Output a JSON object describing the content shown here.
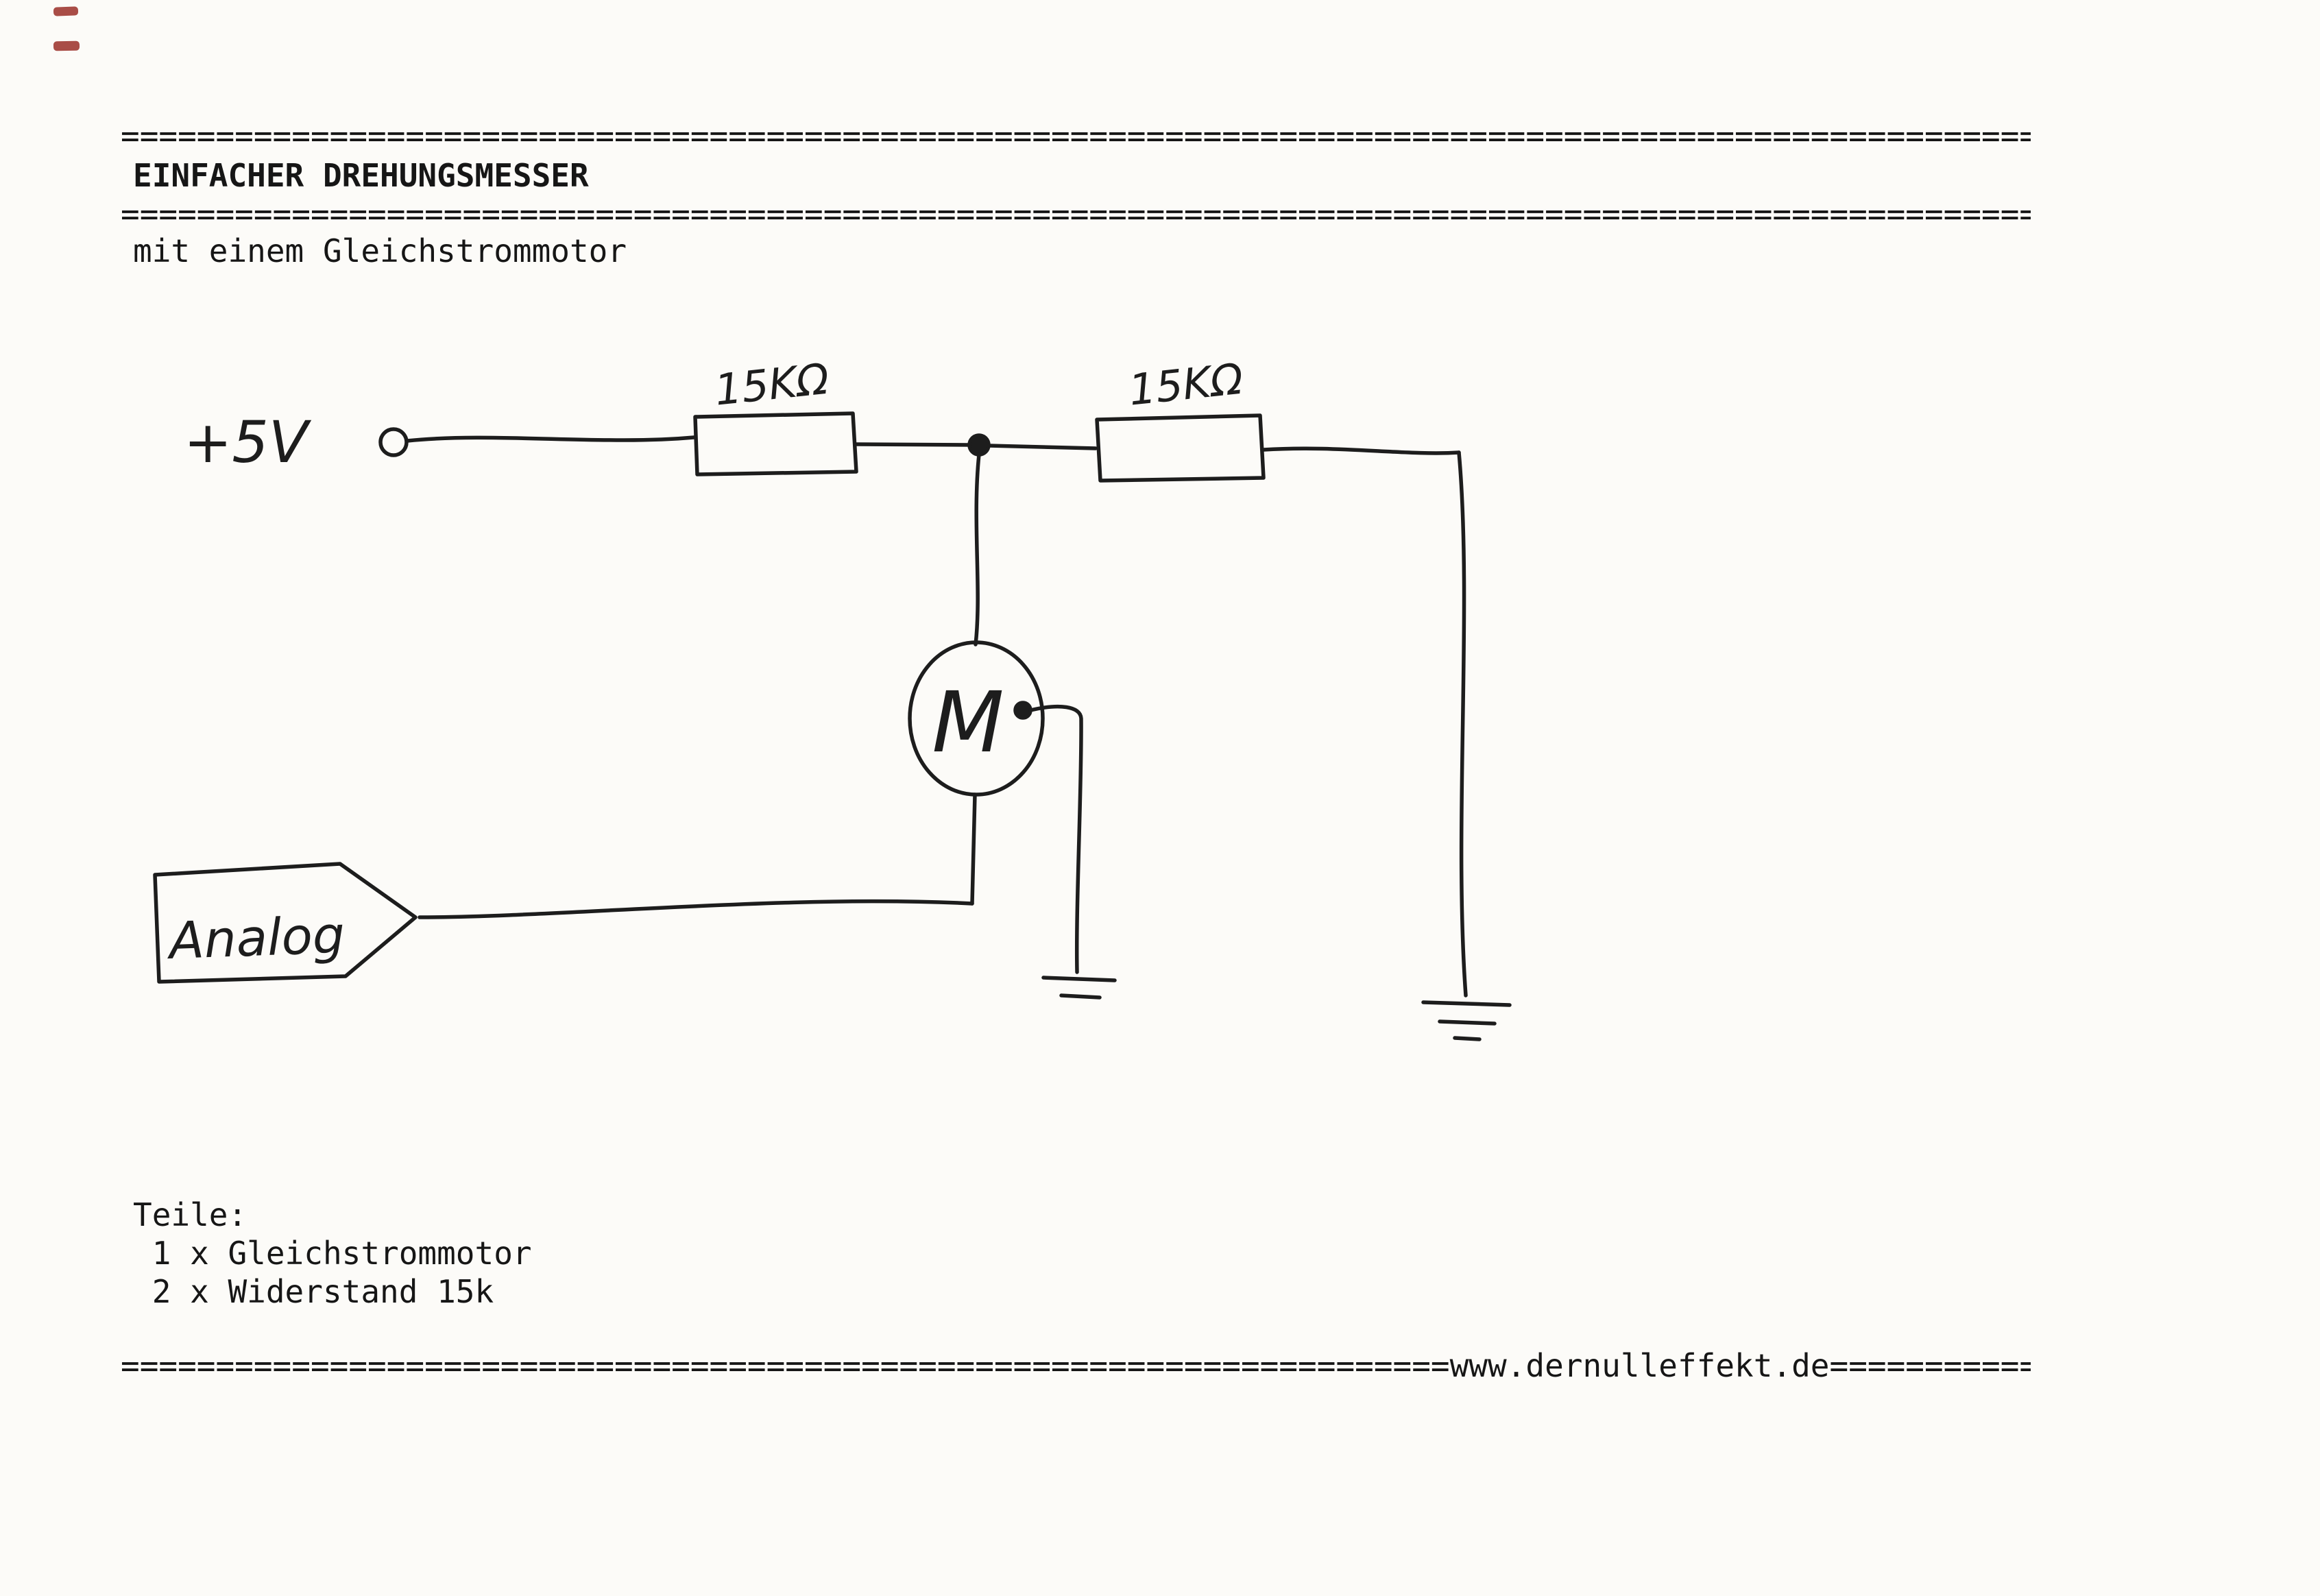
{
  "page": {
    "ink": "#1d1d1d",
    "paper": "#fcfbf8"
  },
  "header": {
    "divider": "==============================================================================================================",
    "title": "EINFACHER DREHUNGSMESSER",
    "subtitle": "mit einem Gleichstrommotor"
  },
  "schematic": {
    "supply_label": "+5V",
    "resistor1_label": "15KΩ",
    "resistor2_label": "15KΩ",
    "motor_label": "M",
    "analog_label": "Analog"
  },
  "parts": {
    "heading": "Teile:",
    "items": [
      " 1 x Gleichstrommotor",
      " 2 x Widerstand 15k"
    ]
  },
  "footer": {
    "left_divider": "======================================================================",
    "url": "www.dernulleffekt.de",
    "right_divider": "==========="
  }
}
